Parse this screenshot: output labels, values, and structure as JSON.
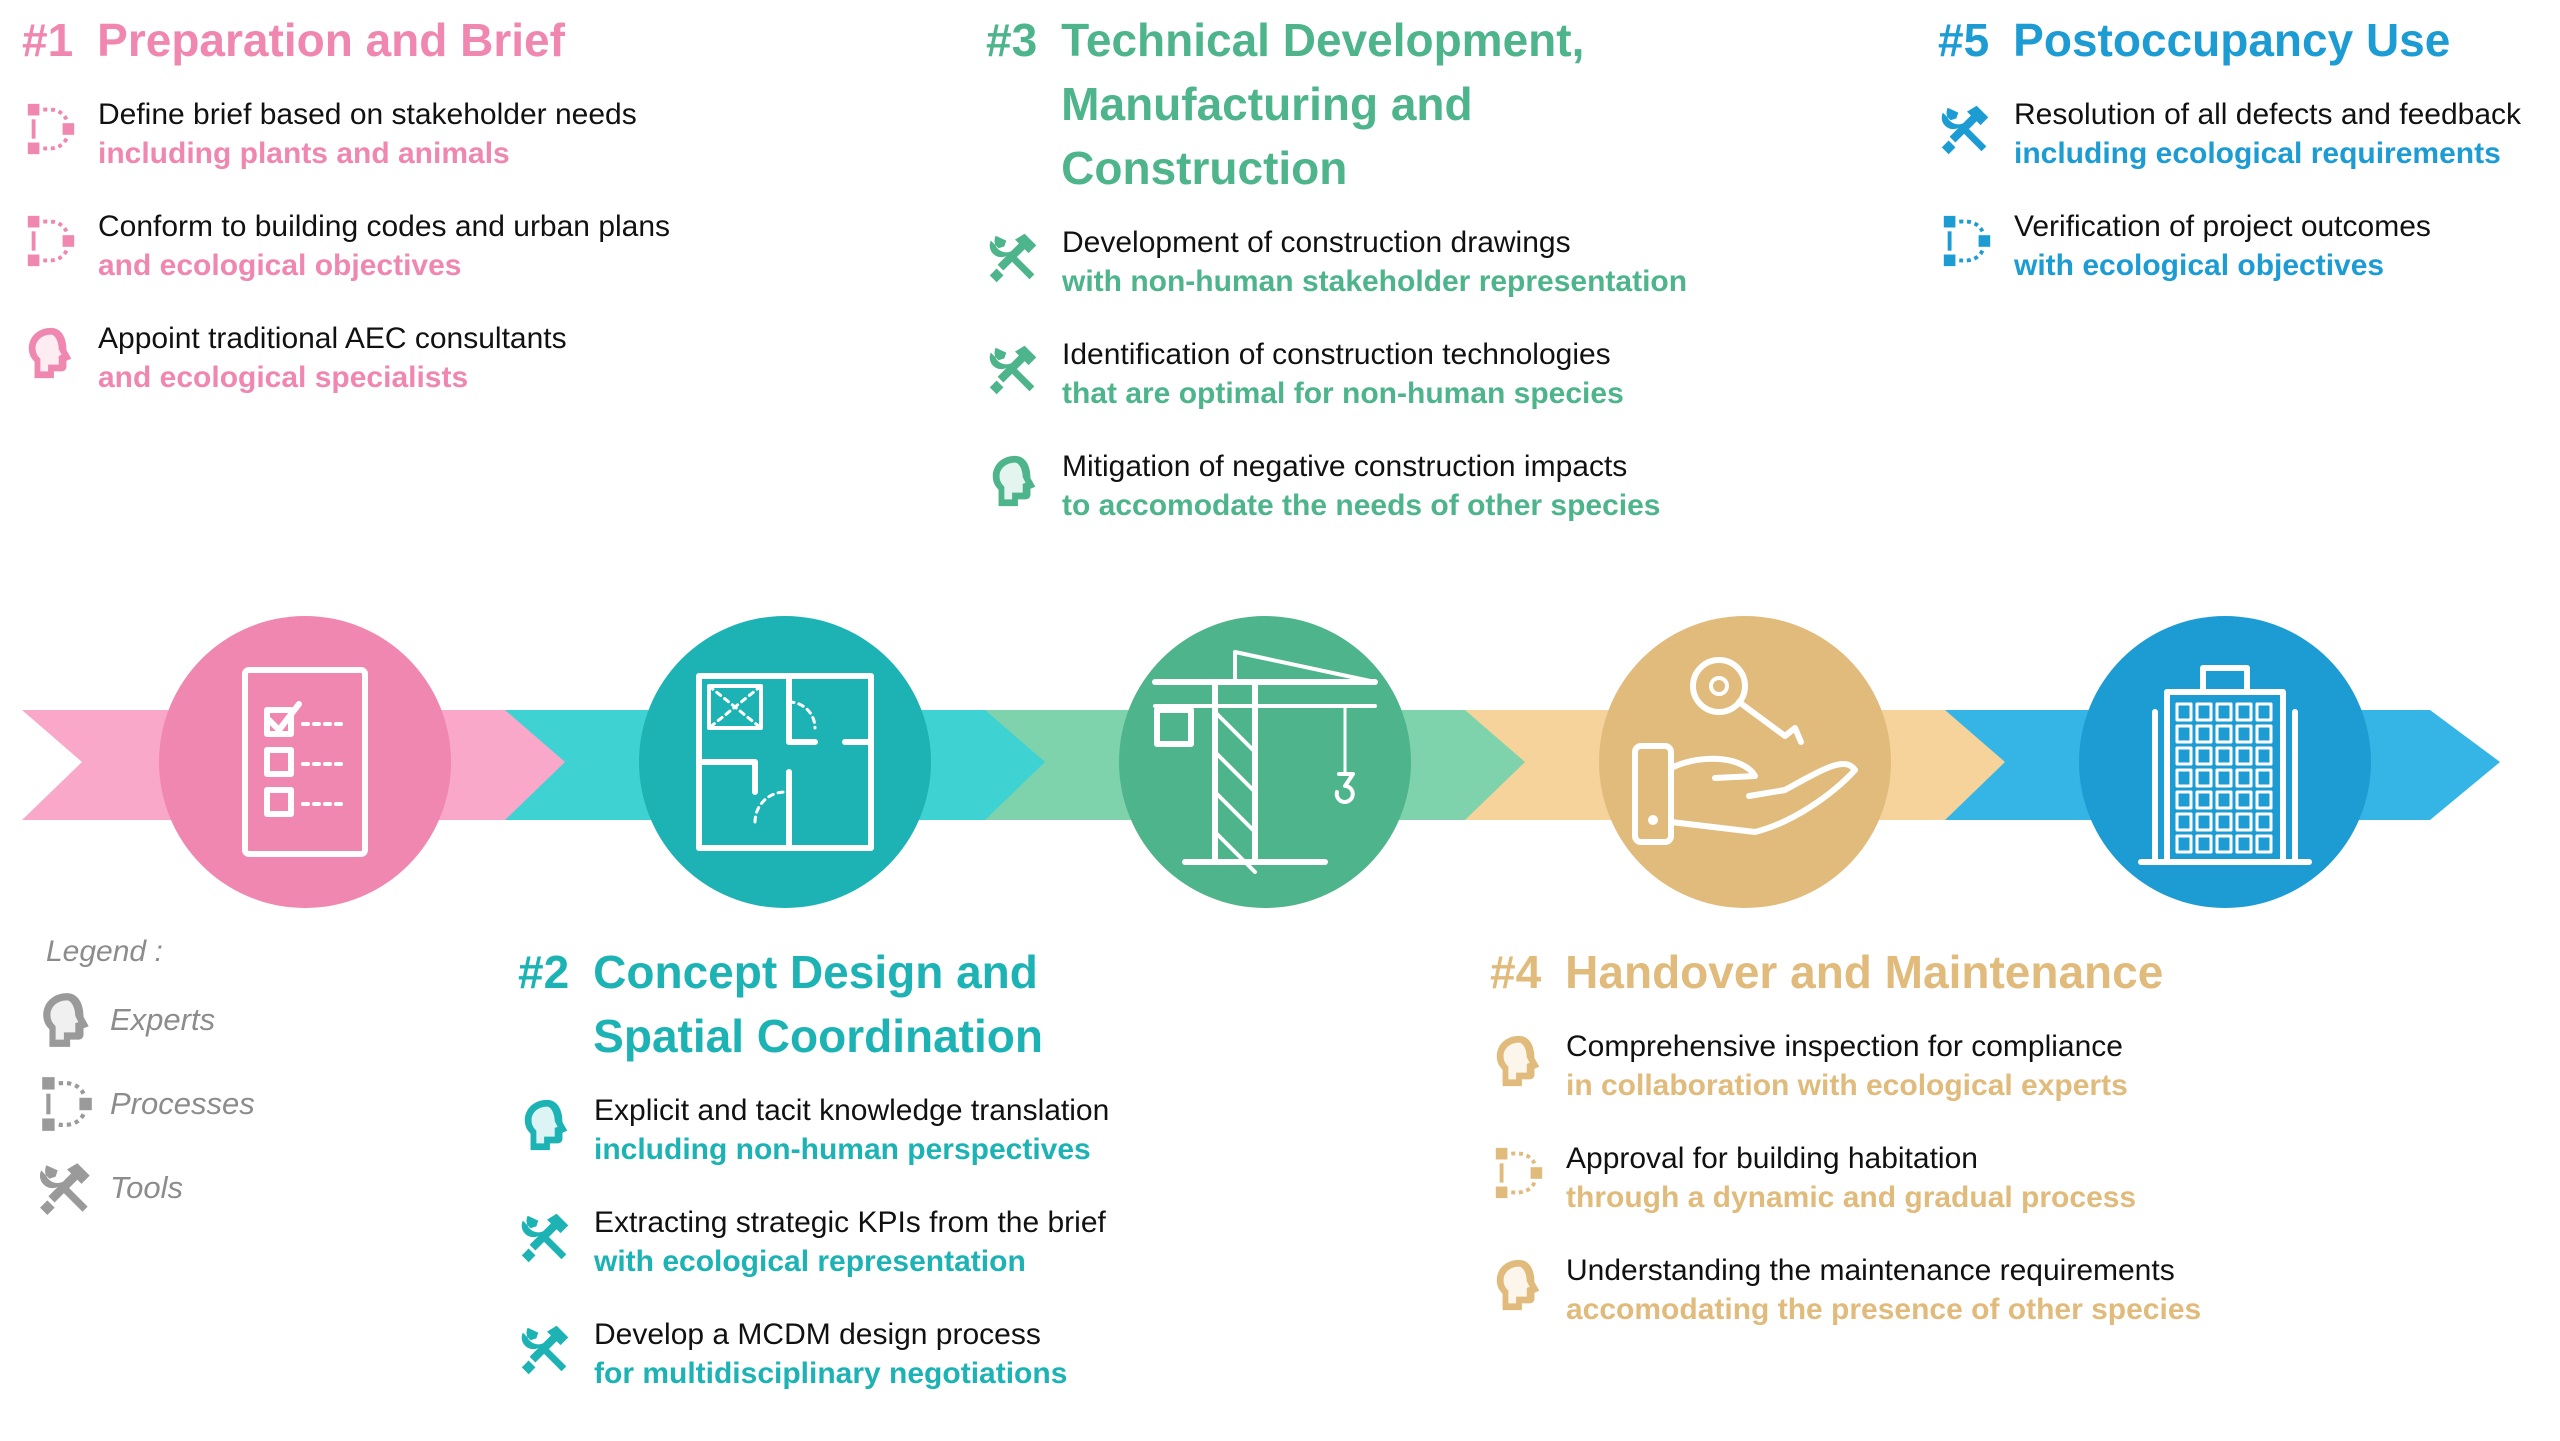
{
  "colors": {
    "pink": "#ef87b0",
    "pink_light": "#f9a8c9",
    "teal": "#1db3b4",
    "teal_light": "#3fd2d2",
    "green": "#4db48b",
    "green_light": "#7fd3ac",
    "gold": "#e0bb7c",
    "gold_light": "#f5d39a",
    "blue": "#1d9cd4",
    "blue_light": "#35b4e6",
    "legend_gray": "#9a9a9a"
  },
  "phases": [
    {
      "num": "#1",
      "title": "Preparation and Brief",
      "color": "#ef87b0",
      "items": [
        {
          "icon": "process-icon",
          "main": "Define brief based on stakeholder needs",
          "sub": "including plants and animals"
        },
        {
          "icon": "process-icon",
          "main": "Conform to building codes and urban plans",
          "sub": "and ecological objectives"
        },
        {
          "icon": "expert-head-icon",
          "main": "Appoint traditional AEC consultants",
          "sub": "and ecological specialists"
        }
      ]
    },
    {
      "num": "#2",
      "title": "Concept Design and\nSpatial Coordination",
      "color": "#1db3b4",
      "items": [
        {
          "icon": "expert-head-icon",
          "main": "Explicit and tacit knowledge translation",
          "sub": "including non-human perspectives"
        },
        {
          "icon": "tools-icon",
          "main": "Extracting strategic KPIs from the brief",
          "sub": "with ecological representation"
        },
        {
          "icon": "tools-icon",
          "main": "Develop a MCDM design process",
          "sub": "for multidisciplinary negotiations"
        }
      ]
    },
    {
      "num": "#3",
      "title": "Technical Development,\nManufacturing and\nConstruction",
      "color": "#4db48b",
      "items": [
        {
          "icon": "tools-icon",
          "main": "Development of construction drawings",
          "sub": "with non-human stakeholder representation"
        },
        {
          "icon": "tools-icon",
          "main": "Identification of construction technologies",
          "sub": "that are optimal for non-human species"
        },
        {
          "icon": "expert-head-icon",
          "main": "Mitigation of negative construction impacts",
          "sub": "to accomodate the needs of other species"
        }
      ]
    },
    {
      "num": "#4",
      "title": "Handover and Maintenance",
      "color": "#e0bb7c",
      "items": [
        {
          "icon": "expert-head-icon",
          "main": "Comprehensive inspection for compliance",
          "sub": "in collaboration with ecological experts"
        },
        {
          "icon": "process-icon",
          "main": "Approval for building habitation",
          "sub": "through a dynamic and gradual process"
        },
        {
          "icon": "expert-head-icon",
          "main": "Understanding the maintenance requirements",
          "sub": "accomodating the presence of other species"
        }
      ]
    },
    {
      "num": "#5",
      "title": "Postoccupancy Use",
      "color": "#1d9cd4",
      "items": [
        {
          "icon": "tools-icon",
          "main": "Resolution of all defects and feedback",
          "sub": "including ecological requirements"
        },
        {
          "icon": "process-icon",
          "main": "Verification of project outcomes",
          "sub": "with ecological objectives"
        }
      ]
    }
  ],
  "legend": {
    "title": "Legend :",
    "items": [
      {
        "icon": "expert-head-icon",
        "label": "Experts"
      },
      {
        "icon": "process-icon",
        "label": "Processes"
      },
      {
        "icon": "tools-icon",
        "label": "Tools"
      }
    ]
  },
  "timeline": {
    "stages": [
      {
        "icon": "checklist-icon",
        "color": "#ef87b0",
        "arrow": "#f9a8c9"
      },
      {
        "icon": "floorplan-icon",
        "color": "#1db3b4",
        "arrow": "#3fd2d2"
      },
      {
        "icon": "crane-icon",
        "color": "#4db48b",
        "arrow": "#7fd3ac"
      },
      {
        "icon": "hand-key-icon",
        "color": "#e0bb7c",
        "arrow": "#f5d39a"
      },
      {
        "icon": "building-icon",
        "color": "#1d9cd4",
        "arrow": "#35b4e6"
      }
    ]
  }
}
